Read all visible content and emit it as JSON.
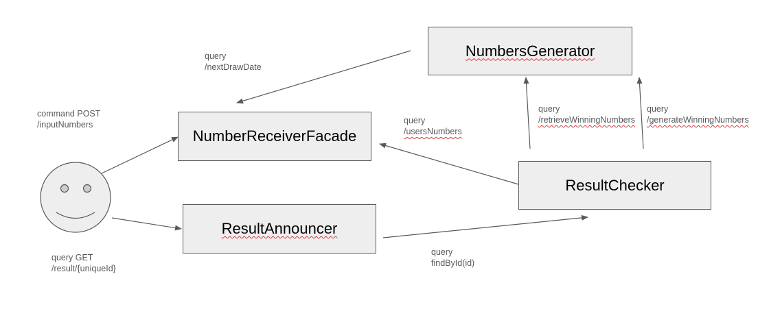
{
  "colors": {
    "box_fill": "#eeeeee",
    "box_border": "#595959",
    "arrow": "#595959",
    "label_text": "#595959",
    "spell_underline": "#d63a3a",
    "face_fill": "#eeeeee"
  },
  "nodes": {
    "numbers_generator": "NumbersGenerator",
    "number_receiver_facade": "NumberReceiverFacade",
    "result_checker": "ResultChecker",
    "result_announcer": "ResultAnnouncer"
  },
  "actor": {
    "icon": "smiley-face-icon"
  },
  "edges": {
    "next_draw_date": {
      "line1": "query",
      "line2": "/nextDrawDate"
    },
    "input_numbers": {
      "line1": "command POST",
      "line2": "/inputNumbers"
    },
    "users_numbers": {
      "line1": "query",
      "line2": "/usersNumbers"
    },
    "retrieve_winning": {
      "line1": "query",
      "line2": "/retrieveWinningNumbers"
    },
    "generate_winning": {
      "line1": "query",
      "line2": "/generateWinningNumbers"
    },
    "result_get": {
      "line1": "query GET",
      "line2": "/result/{uniqueId}"
    },
    "find_by_id": {
      "line1": "query",
      "line2": "findById(id)"
    }
  }
}
